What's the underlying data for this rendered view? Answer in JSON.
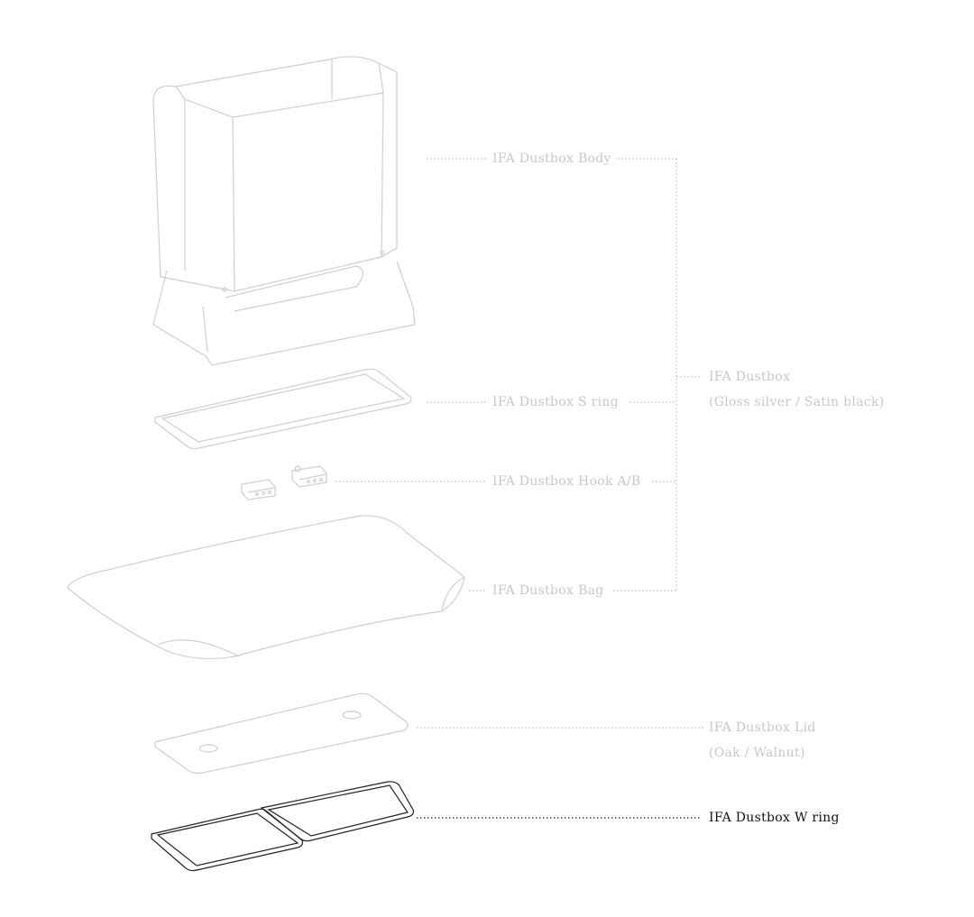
{
  "parts": [
    {
      "label": "IFA Dustbox Body"
    },
    {
      "label": "IFA Dustbox S ring"
    },
    {
      "label": "IFA Dustbox Hook A/B"
    },
    {
      "label": "IFA Dustbox Bag"
    },
    {
      "label": "IFA Dustbox Lid",
      "sub": "(Oak / Walnut)"
    },
    {
      "label": "IFA Dustbox W ring",
      "active": true
    }
  ],
  "group": {
    "label": "IFA Dustbox",
    "sub": "(Gloss silver / Satin black)"
  },
  "colors": {
    "inactive": "#c8c8c8",
    "active": "#111111"
  }
}
